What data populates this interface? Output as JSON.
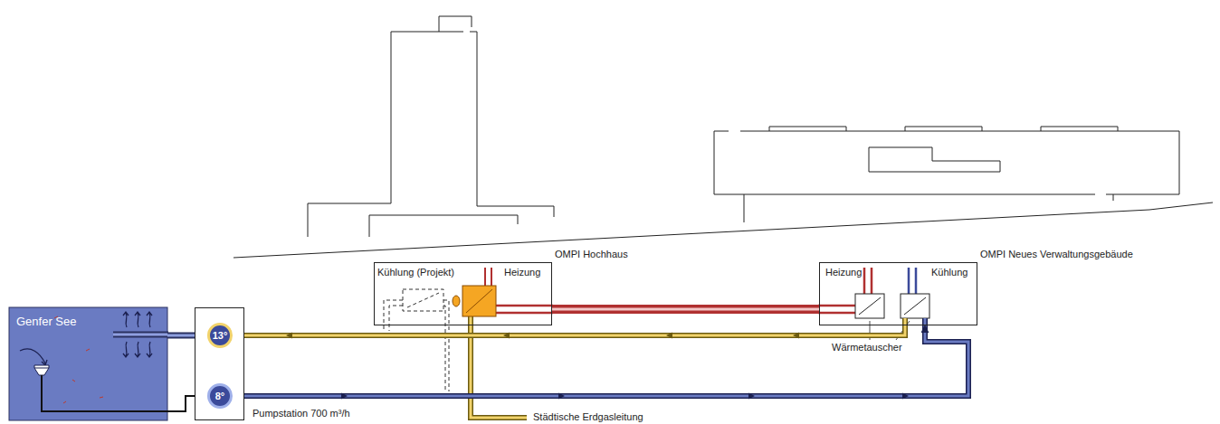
{
  "diagram": {
    "nodes": [
      {
        "text": [
          "Genfer See"
        ]
      },
      {
        "text": [
          "Pumpstation 700 m³/h"
        ]
      },
      {
        "text": [
          "13°"
        ],
        "in": 1
      },
      {
        "text": [
          "8°"
        ],
        "in": 1
      },
      {
        "text": [
          "OMPI Hochhaus",
          "Kühlung (Projekt)",
          "Heizung"
        ]
      },
      {
        "text": [
          "OMPI Neues Verwaltungsgebäude",
          "Heizung",
          "Kühlung"
        ]
      }
    ],
    "edges": [
      {
        "from": 5,
        "to": 2,
        "arrow": "to"
      },
      {
        "from": 3,
        "to": 5,
        "arrow": "to"
      },
      {
        "from": 0,
        "to": 3,
        "arrow": "none"
      },
      {
        "from": 2,
        "to": 0,
        "arrow": "none"
      },
      {
        "from": 4,
        "to": 5,
        "arrow": "none"
      }
    ],
    "labels": [
      "Wärmetauscher",
      "Städtische Erdgasleitung"
    ]
  }
}
